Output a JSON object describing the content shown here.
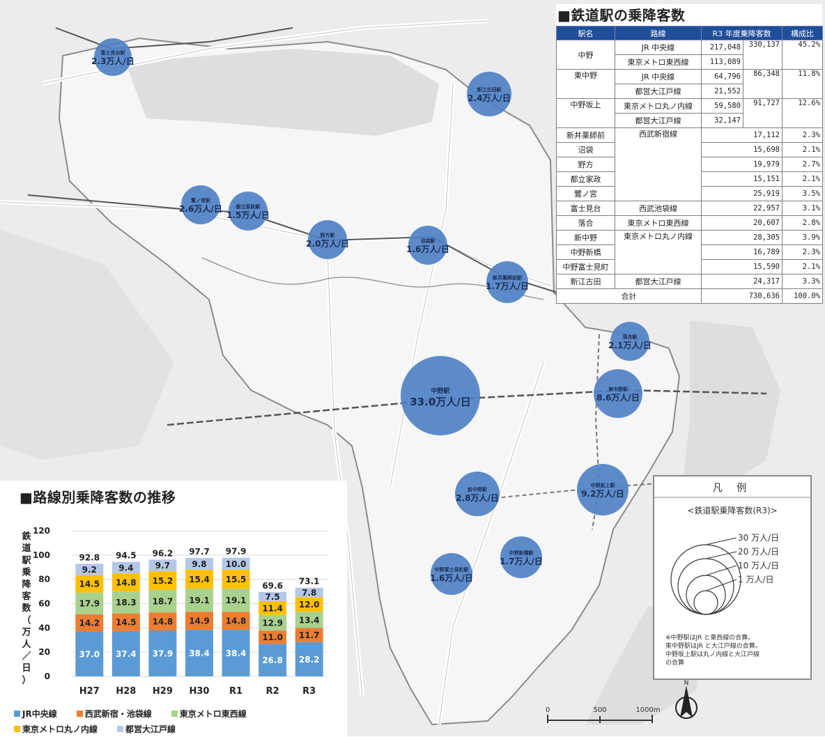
{
  "table": {
    "title": "■鉄道駅の乗降客数",
    "headers": [
      "駅名",
      "路線",
      "R3 年度乗降客数",
      "構成比"
    ],
    "rows": [
      {
        "station": "中野",
        "line": "JR 中央線",
        "value": "217,048",
        "total": "330,137",
        "share": "45.2%"
      },
      {
        "station": "",
        "line": "東京メトロ東西線",
        "value": "113,089",
        "total": "",
        "share": ""
      },
      {
        "station": "東中野",
        "line": "JR 中央線",
        "value": "64,796",
        "total": "86,348",
        "share": "11.8%"
      },
      {
        "station": "",
        "line": "都営大江戸線",
        "value": "21,552",
        "total": "",
        "share": ""
      },
      {
        "station": "中野坂上",
        "line": "東京メトロ丸ノ内線",
        "value": "59,580",
        "total": "91,727",
        "share": "12.6%"
      },
      {
        "station": "",
        "line": "都営大江戸線",
        "value": "32,147",
        "total": "",
        "share": ""
      },
      {
        "station": "新井薬師前",
        "line": "西武新宿線",
        "total": "17,112",
        "share": "2.3%"
      },
      {
        "station": "沼袋",
        "line": "",
        "total": "15,698",
        "share": "2.1%"
      },
      {
        "station": "野方",
        "line": "",
        "total": "19,979",
        "share": "2.7%"
      },
      {
        "station": "都立家政",
        "line": "",
        "total": "15,151",
        "share": "2.1%"
      },
      {
        "station": "鷺ノ宮",
        "line": "",
        "total": "25,919",
        "share": "3.5%"
      },
      {
        "station": "富士見台",
        "line": "西武池袋線",
        "total": "22,957",
        "share": "3.1%"
      },
      {
        "station": "落合",
        "line": "東京メトロ東西線",
        "total": "20,607",
        "share": "2.8%"
      },
      {
        "station": "新中野",
        "line": "東京メトロ丸ノ内線",
        "total": "28,305",
        "share": "3.9%"
      },
      {
        "station": "中野新橋",
        "line": "",
        "total": "16,789",
        "share": "2.3%"
      },
      {
        "station": "中野富士見町",
        "line": "",
        "total": "15,590",
        "share": "2.1%"
      },
      {
        "station": "新江古田",
        "line": "都営大江戸線",
        "total": "24,317",
        "share": "3.3%"
      }
    ],
    "footer": {
      "label": "合計",
      "total": "730,636",
      "share": "100.0%"
    }
  },
  "map": {
    "stations": [
      {
        "name": "富士見台駅",
        "value": "2.3万人/日"
      },
      {
        "name": "鷺ノ宮駅",
        "value": "2.6万人/日"
      },
      {
        "name": "都立家政駅",
        "value": "1.5万人/日"
      },
      {
        "name": "野方駅",
        "value": "2.0万人/日"
      },
      {
        "name": "沼袋駅",
        "value": "1.6万人/日"
      },
      {
        "name": "新井薬師前駅",
        "value": "1.7万人/日"
      },
      {
        "name": "新江古田駅",
        "value": "2.4万人/日"
      },
      {
        "name": "落合駅",
        "value": "2.1万人/日"
      },
      {
        "name": "中野駅",
        "value": "33.0万人/日"
      },
      {
        "name": "東中野駅",
        "value": "8.6万人/日"
      },
      {
        "name": "新中野駅",
        "value": "2.8万人/日"
      },
      {
        "name": "中野坂上駅",
        "value": "9.2万人/日"
      },
      {
        "name": "中野新橋駅",
        "value": "1.7万人/日"
      },
      {
        "name": "中野富士見町駅",
        "value": "1.6万人/日"
      }
    ],
    "scale": {
      "t0": "0",
      "t1": "500",
      "t2": "1000m"
    },
    "north": "N"
  },
  "legend_box": {
    "title": "凡 例",
    "subtitle": "<鉄道駅乗降客数(R3)>",
    "levels": [
      "30 万人/日",
      "20 万人/日",
      "10 万人/日",
      "1 万人/日"
    ],
    "note": "※中野駅はJR と東西線の合算。\n東中野駅はJR と大江戸線の合算。\n中野坂上駅は丸ノ内線と大江戸線\nの合算"
  },
  "chart_data": {
    "type": "bar",
    "stacked": true,
    "title": "■路線別乗降客数の推移",
    "ylabel": "鉄道駅乗降客数（万人／日）",
    "xlabel": "",
    "ylim": [
      0,
      120
    ],
    "yticks": [
      0,
      20,
      40,
      60,
      80,
      100,
      120
    ],
    "grid": true,
    "legend_position": "bottom",
    "categories": [
      "H27",
      "H28",
      "H29",
      "H30",
      "R1",
      "R2",
      "R3"
    ],
    "totals": [
      92.8,
      94.5,
      96.2,
      97.7,
      97.9,
      69.6,
      73.1
    ],
    "series": [
      {
        "name": "JR中央線",
        "color": "#5b9bd5",
        "values": [
          37.0,
          37.4,
          37.9,
          38.4,
          38.4,
          26.8,
          28.2
        ]
      },
      {
        "name": "西武新宿・池袋線",
        "color": "#ed7d31",
        "values": [
          14.2,
          14.5,
          14.8,
          14.9,
          14.8,
          11.0,
          11.7
        ]
      },
      {
        "name": "東京メトロ東西線",
        "color": "#a9d18e",
        "values": [
          17.9,
          18.3,
          18.7,
          19.1,
          19.1,
          12.9,
          13.4
        ]
      },
      {
        "name": "東京メトロ丸ノ内線",
        "color": "#ffc000",
        "values": [
          14.5,
          14.8,
          15.2,
          15.4,
          15.5,
          11.4,
          12.0
        ]
      },
      {
        "name": "都営大江戸線",
        "color": "#b4c7e7",
        "values": [
          9.2,
          9.4,
          9.7,
          9.8,
          10.0,
          7.5,
          7.8
        ]
      }
    ]
  },
  "colors": {
    "circle": "#4f81c6",
    "table_header": "#1f4e9a",
    "map_bg": "#f1f1f1",
    "district": "#e3e3e3"
  }
}
